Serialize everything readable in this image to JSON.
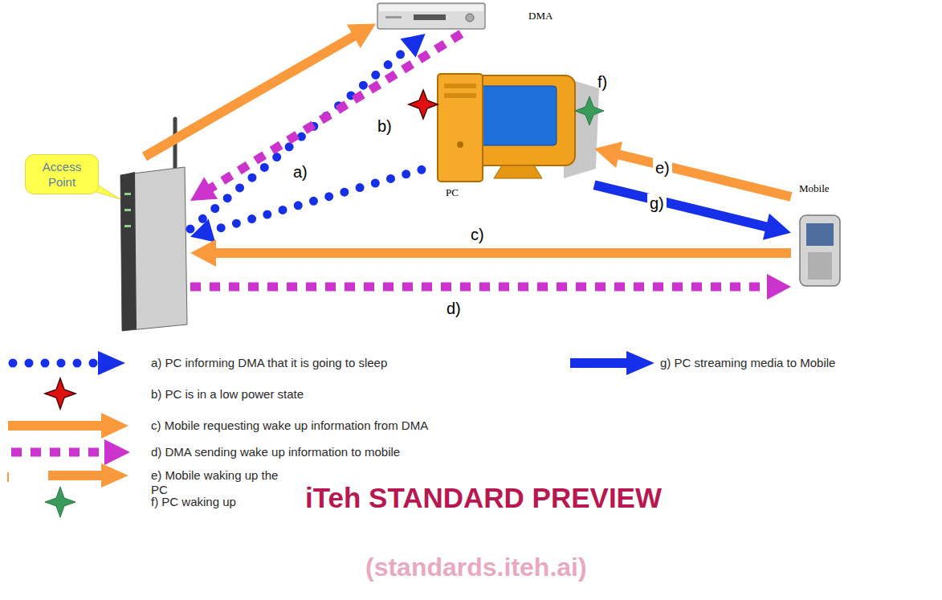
{
  "diagram": {
    "nodes": [
      {
        "text": [
          "DMA"
        ]
      },
      {
        "text": [
          "Access Point"
        ]
      },
      {
        "text": [
          "PC"
        ]
      },
      {
        "text": [
          "Mobile"
        ]
      }
    ],
    "edges": [
      {
        "from": 2,
        "to": 1,
        "arrow": "to",
        "label": "a)"
      },
      {
        "from": 1,
        "to": 0,
        "arrow": "to"
      },
      {
        "from": 3,
        "to": 1,
        "arrow": "to",
        "label": "c)"
      },
      {
        "from": 1,
        "to": 0,
        "arrow": "to"
      },
      {
        "from": 0,
        "to": 1,
        "arrow": "to"
      },
      {
        "from": 1,
        "to": 3,
        "arrow": "to",
        "label": "d)"
      },
      {
        "from": 3,
        "to": 2,
        "arrow": "to",
        "label": "e)"
      },
      {
        "from": 2,
        "to": 3,
        "arrow": "to",
        "label": "g)"
      }
    ],
    "labels": [
      "b)",
      "f)",
      "iTeh STANDARD PREVIEW",
      "(standards.iteh.ai)"
    ],
    "legend": [
      {
        "text": "a) PC informing DMA that it is going to sleep"
      },
      {
        "text": "b) PC is in a low power state"
      },
      {
        "text": "c) Mobile requesting wake up information from DMA"
      },
      {
        "text": "d) DMA sending wake up information to mobile"
      },
      {
        "text": "e) Mobile waking up the PC"
      },
      {
        "text": "f) PC waking up"
      },
      {
        "text": "g) PC streaming media to Mobile"
      }
    ]
  }
}
